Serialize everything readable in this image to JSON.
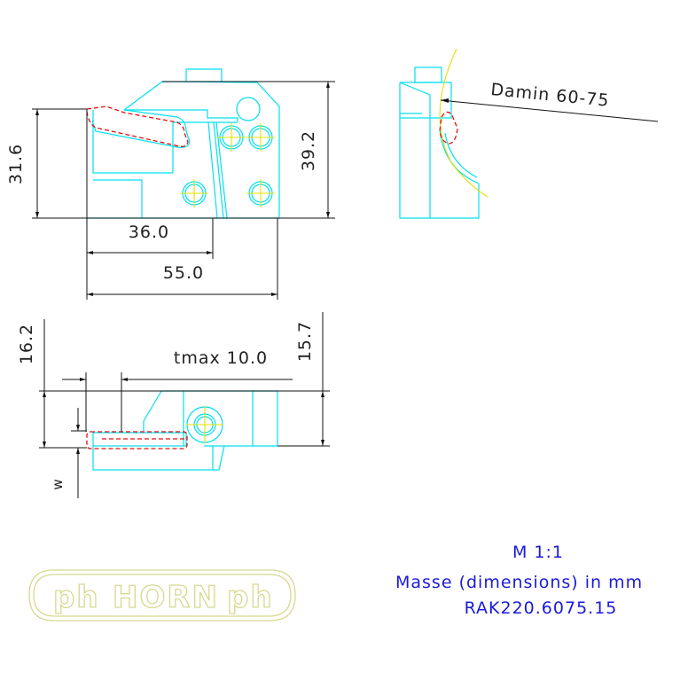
{
  "drawing": {
    "scale": "M 1:1",
    "units_note": "Masse (dimensions) in mm",
    "part_number": "RAK220.6075.15",
    "logo": {
      "left_mark": "ph",
      "brand": "HORN",
      "right_mark": "ph"
    },
    "colors": {
      "part_outline": "#00e0f0",
      "dimension_lines": "#111111",
      "insert_hidden": "#e01010",
      "center_marks": "#e8e000",
      "logo": "#d8d890",
      "notes": "#1a1adc"
    }
  },
  "views": {
    "front": {
      "dimensions": {
        "height_left": "31.6",
        "height_right": "39.2",
        "width_inner": "36.0",
        "width_overall": "55.0"
      }
    },
    "side": {
      "callout": "Damin 60-75"
    },
    "top": {
      "dimensions": {
        "height_left": "16.2",
        "height_right": "15.7",
        "depth": "tmax 10.0",
        "width_label": "w"
      }
    }
  }
}
